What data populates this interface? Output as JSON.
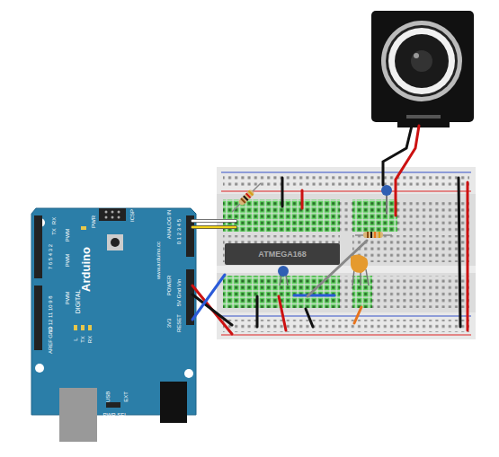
{
  "diagram": {
    "nodes": [
      {
        "text": [
          "Arduino"
        ]
      },
      {
        "text": [
          "ATMEGA168"
        ]
      }
    ],
    "labels": [
      "RX",
      "TX",
      "7 6 5 4 3 2",
      "13 12 11 10 9 8",
      "DIGITAL",
      "PWM",
      "PWM",
      "PWM",
      "AREF",
      "GND",
      "L",
      "TX",
      "RX",
      "PWR",
      "ICSP",
      "www.arduino.cc",
      "ANALOG IN",
      "0 1 2 3 4 5",
      "POWER",
      "5V Gnd Vin",
      "RESET",
      "3V3",
      "USB",
      "EXT",
      "PWR SEL"
    ]
  }
}
